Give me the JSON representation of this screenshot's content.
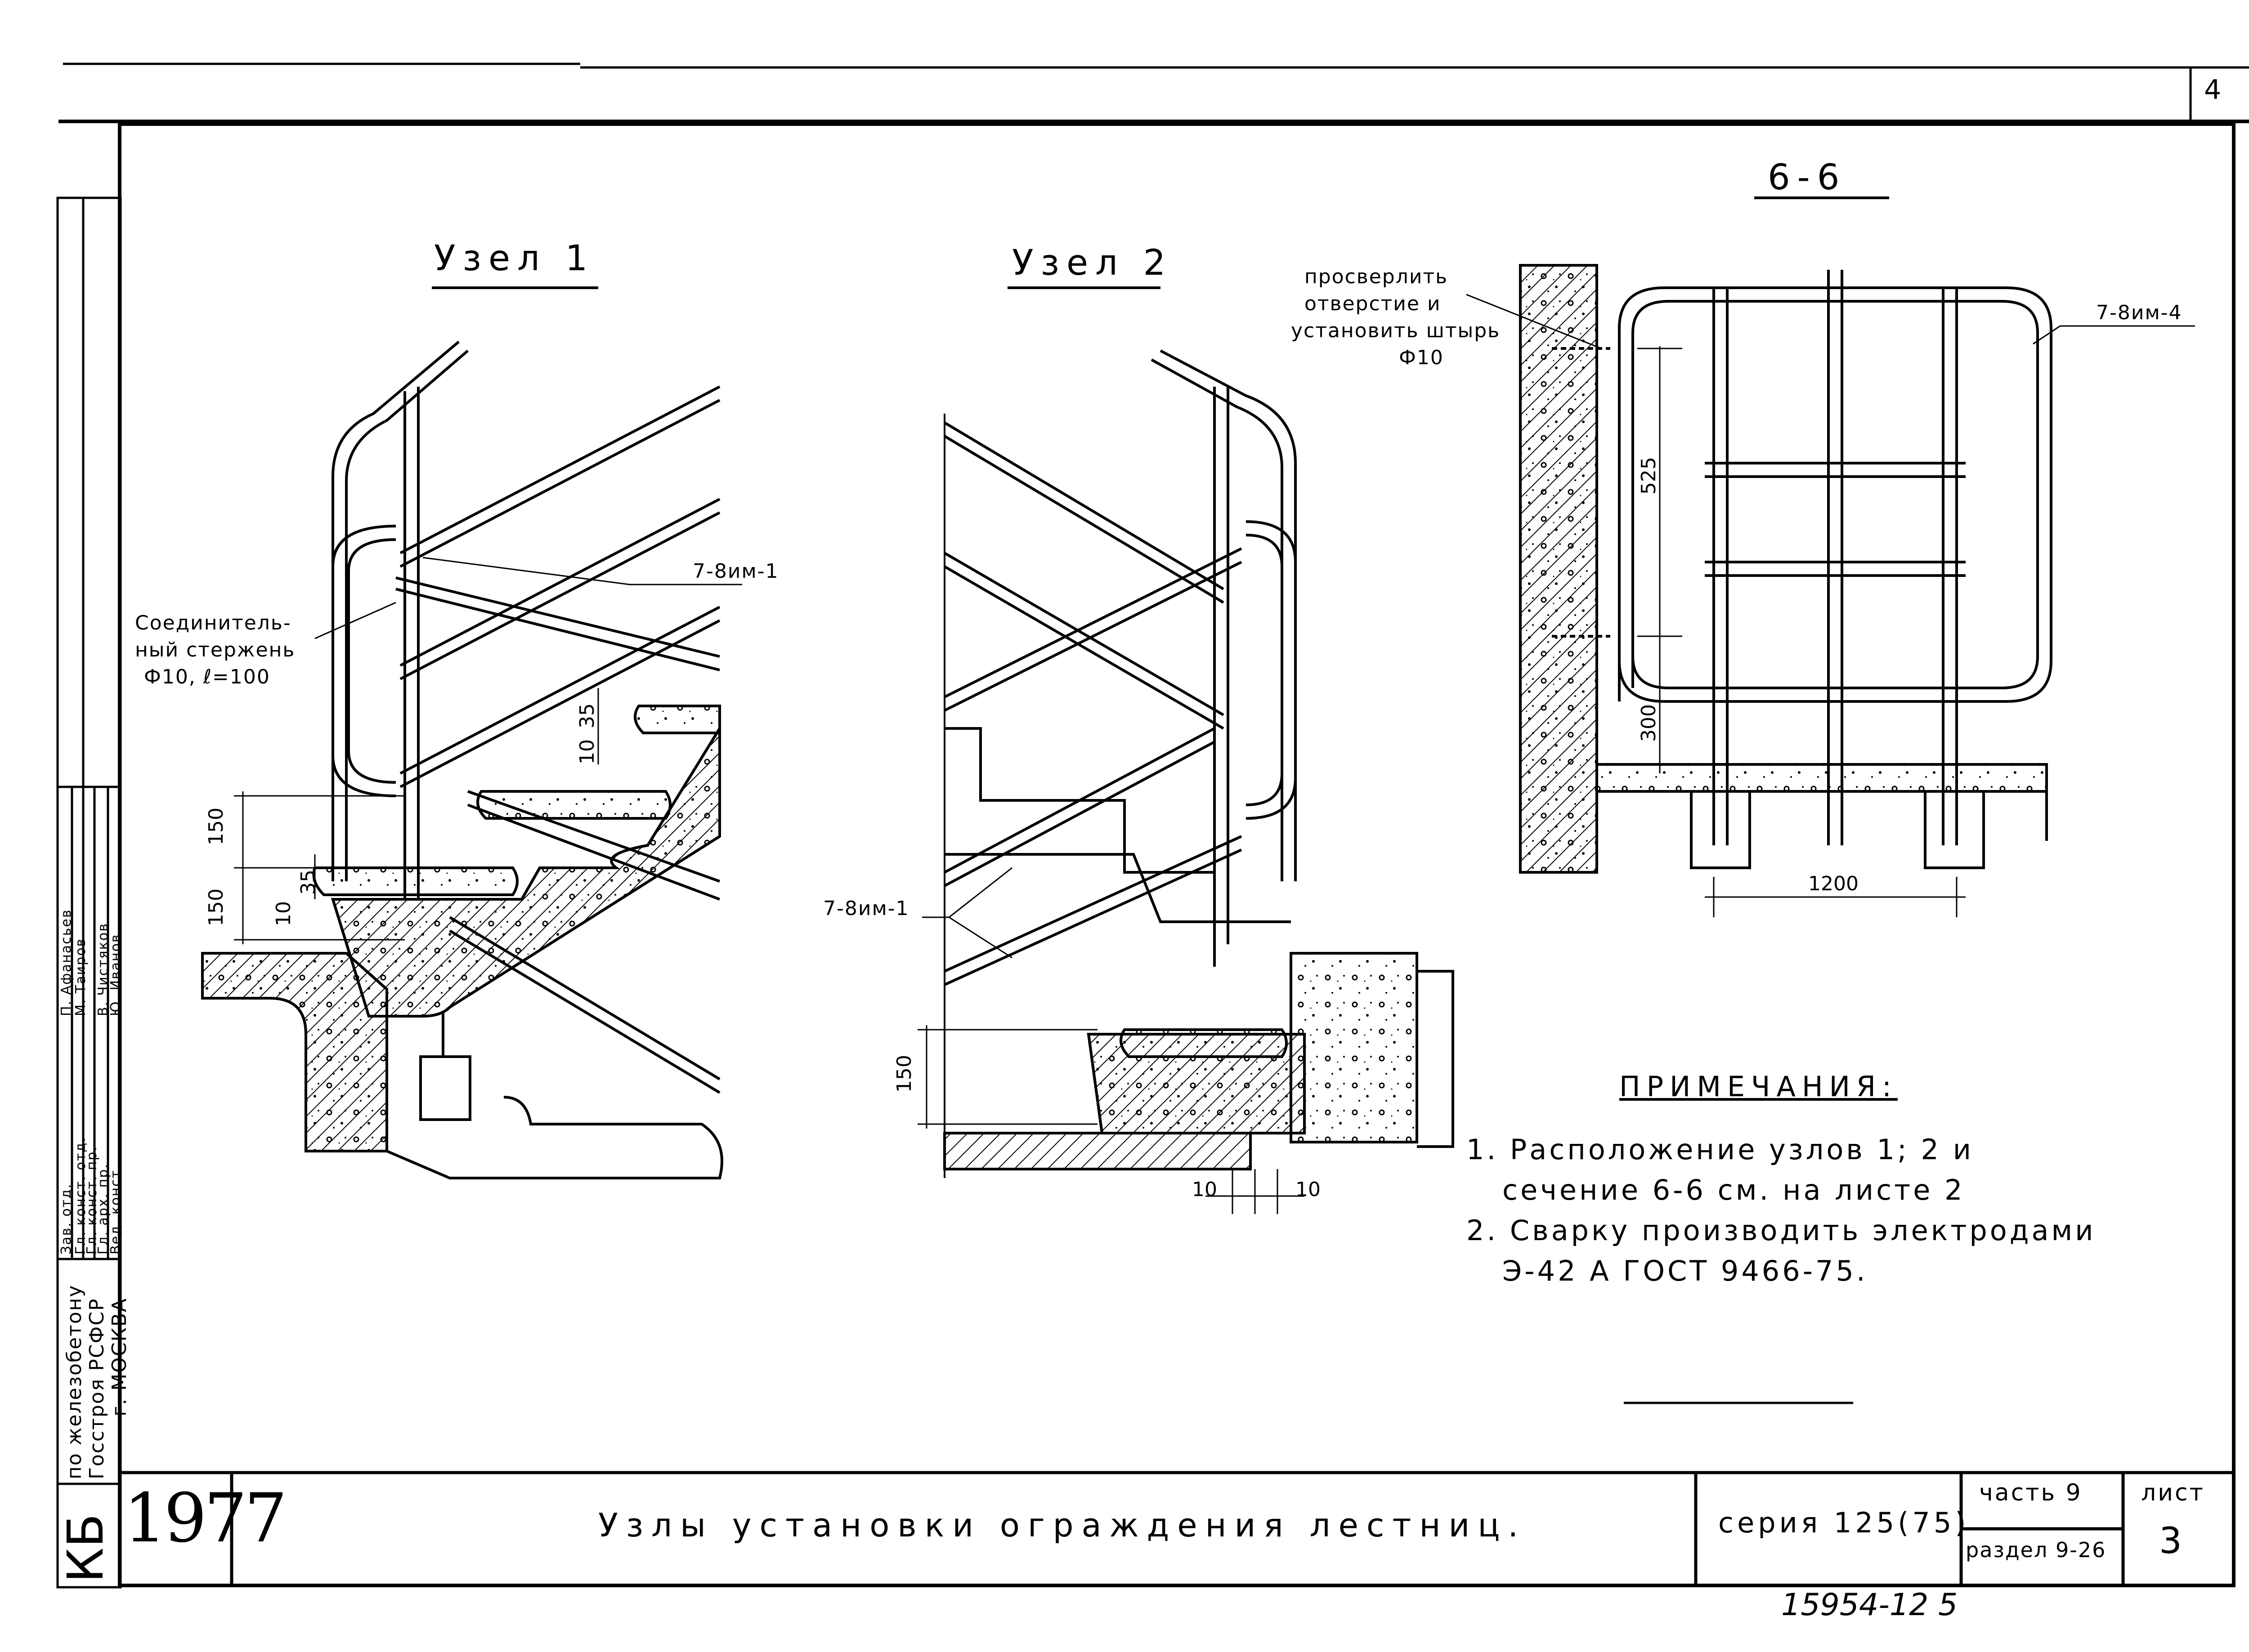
{
  "sheet_number_top": "4",
  "details": {
    "node1_title": "Узел 1",
    "node2_title": "Узел 2",
    "section_title": "6-6"
  },
  "labels": {
    "connector_rod": [
      "Соединитель-",
      "ный стержень",
      "Ф10, ℓ=100"
    ],
    "part_7_8im_1": "7-8им-1",
    "part_7_8im_1_b": "7-8им-1",
    "part_7_8im_4": "7-8им-4",
    "drill_note": [
      "просверлить",
      "отверстие и",
      "установить штырь",
      "Ф10"
    ]
  },
  "dimensions": {
    "node1_150_top": "150",
    "node1_150_bottom": "150",
    "node1_35_top": "35",
    "node1_10_top": "10",
    "node1_35_bottom": "35",
    "node1_10_bottom": "10",
    "node2_150": "150",
    "node2_10_left": "10",
    "node2_10_right": "10",
    "section_525": "525",
    "section_300": "300",
    "section_1200": "1200"
  },
  "notes": {
    "heading": "ПРИМЕЧАНИЯ:",
    "items": [
      "1. Расположение узлов 1; 2 и",
      "сечение 6-6 см. на листе 2",
      "2. Сварку производить электродами",
      "Э-42 А ГОСТ 9466-75."
    ]
  },
  "title_block": {
    "year": "1977",
    "drawing_title": "Узлы установки ограждения лестниц.",
    "series": "серия 125(75)",
    "part": "часть 9",
    "section": "раздел 9-26",
    "sheet_label": "лист",
    "sheet": "3",
    "archive_number": "15954-12  5"
  },
  "side_stamp": {
    "org_abbr": "КБ",
    "org_lines": [
      "по железобетону",
      "Госстроя РСФСР",
      "г. МОСКВА"
    ],
    "roles": [
      "Зав. отд.",
      "Гл. конст. отд.",
      "Гл. конст. пр.",
      "Гл. арх. пр.",
      "Вед. конст."
    ],
    "names": [
      "П. Афанасьев",
      "М. Таиров",
      "В. Чистяков",
      "Ю. Иванов"
    ]
  }
}
